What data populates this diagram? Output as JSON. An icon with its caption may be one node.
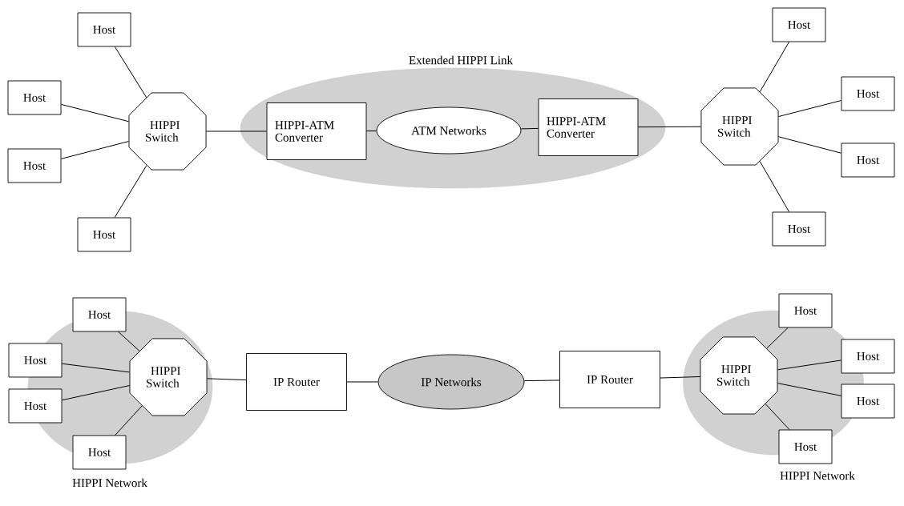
{
  "diagram": {
    "nodes": [
      {
        "text": [
          "Extended HIPPI Link"
        ]
      },
      {
        "text": [
          "Host"
        ]
      },
      {
        "text": [
          "Host"
        ]
      },
      {
        "text": [
          "Host"
        ]
      },
      {
        "text": [
          "Host"
        ]
      },
      {
        "text": [
          "HIPPI Switch"
        ]
      },
      {
        "text": [
          "HIPPI-ATM Converter"
        ],
        "in": 0
      },
      {
        "text": [
          "ATM Networks"
        ],
        "in": 0
      },
      {
        "text": [
          "HIPPI-ATM Converter"
        ],
        "in": 0
      },
      {
        "text": [
          "HIPPI Switch"
        ]
      },
      {
        "text": [
          "Host"
        ]
      },
      {
        "text": [
          "Host"
        ]
      },
      {
        "text": [
          "Host"
        ]
      },
      {
        "text": [
          "Host"
        ]
      },
      {
        "text": [
          "HIPPI Network"
        ]
      },
      {
        "text": [
          "Host"
        ]
      },
      {
        "text": [
          "Host"
        ]
      },
      {
        "text": [
          "Host"
        ]
      },
      {
        "text": [
          "Host"
        ]
      },
      {
        "text": [
          "HIPPI Switch"
        ],
        "in": 14
      },
      {
        "text": [
          "IP Router"
        ]
      },
      {
        "text": [
          "IP Networks"
        ]
      },
      {
        "text": [
          "IP Router"
        ]
      },
      {
        "text": [
          "HIPPI Network"
        ]
      },
      {
        "text": [
          "HIPPI Switch"
        ],
        "in": 23
      },
      {
        "text": [
          "Host"
        ]
      },
      {
        "text": [
          "Host"
        ]
      },
      {
        "text": [
          "Host"
        ]
      },
      {
        "text": [
          "Host"
        ]
      }
    ],
    "edges": [
      {
        "from": 1,
        "to": 5,
        "arrow": "none"
      },
      {
        "from": 2,
        "to": 5,
        "arrow": "none"
      },
      {
        "from": 3,
        "to": 5,
        "arrow": "none"
      },
      {
        "from": 4,
        "to": 5,
        "arrow": "none"
      },
      {
        "from": 5,
        "to": 6,
        "arrow": "none"
      },
      {
        "from": 6,
        "to": 7,
        "arrow": "none"
      },
      {
        "from": 7,
        "to": 8,
        "arrow": "none"
      },
      {
        "from": 8,
        "to": 9,
        "arrow": "none"
      },
      {
        "from": 9,
        "to": 10,
        "arrow": "none"
      },
      {
        "from": 9,
        "to": 11,
        "arrow": "none"
      },
      {
        "from": 9,
        "to": 12,
        "arrow": "none"
      },
      {
        "from": 9,
        "to": 13,
        "arrow": "none"
      },
      {
        "from": 15,
        "to": 19,
        "arrow": "none"
      },
      {
        "from": 16,
        "to": 19,
        "arrow": "none"
      },
      {
        "from": 17,
        "to": 19,
        "arrow": "none"
      },
      {
        "from": 18,
        "to": 19,
        "arrow": "none"
      },
      {
        "from": 19,
        "to": 20,
        "arrow": "none"
      },
      {
        "from": 20,
        "to": 21,
        "arrow": "none"
      },
      {
        "from": 21,
        "to": 22,
        "arrow": "none"
      },
      {
        "from": 22,
        "to": 24,
        "arrow": "none"
      },
      {
        "from": 24,
        "to": 25,
        "arrow": "none"
      },
      {
        "from": 24,
        "to": 26,
        "arrow": "none"
      },
      {
        "from": 24,
        "to": 27,
        "arrow": "none"
      },
      {
        "from": 24,
        "to": 28,
        "arrow": "none"
      }
    ]
  }
}
